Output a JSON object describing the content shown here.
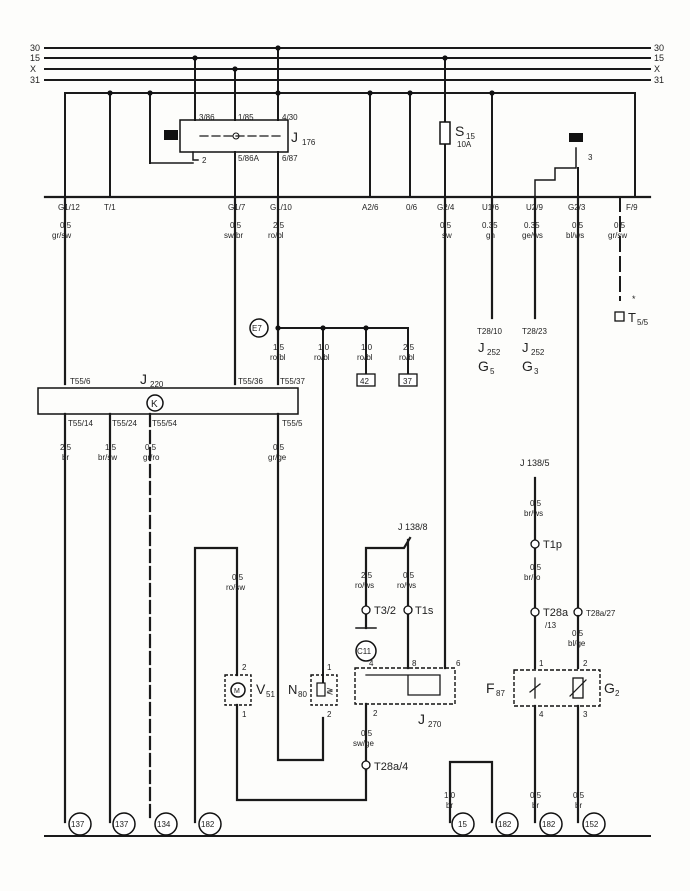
{
  "buses": [
    {
      "id": "30",
      "left": "30",
      "right": "30"
    },
    {
      "id": "15",
      "left": "15",
      "right": "15"
    },
    {
      "id": "X",
      "left": "X",
      "right": "X"
    },
    {
      "id": "31",
      "left": "31",
      "right": "31"
    }
  ],
  "fuse": {
    "label": "S",
    "sub": "15",
    "rating": "10A"
  },
  "relay": {
    "label": "J",
    "sub": "176",
    "pin_labels": [
      "3/86",
      "1/85",
      "4/30",
      "5/86A",
      "6/87"
    ],
    "marker": "2"
  },
  "ground_marker": "3",
  "connectors_top": [
    "G1/12",
    "T/1",
    "G1/7",
    "G1/10",
    "A2/6",
    "0/6",
    "G2/4",
    "U1/6",
    "U2/9",
    "G2/3",
    "F/9"
  ],
  "wires_top": [
    {
      "size": "0.5",
      "color": "gr/sw"
    },
    {
      "size": "0.5",
      "color": "sw/br"
    },
    {
      "size": "2.5",
      "color": "ro/bl"
    },
    {
      "size": "0.5",
      "color": "sw"
    },
    {
      "size": "0.35",
      "color": "gn"
    },
    {
      "size": "0.35",
      "color": "ge/ws"
    },
    {
      "size": "0.5",
      "color": "bl/ws"
    },
    {
      "size": "0.5",
      "color": "gr/sw"
    }
  ],
  "sensor_g5": {
    "pin": "T28/10",
    "unit": "J",
    "unit_sub": "252",
    "label": "G",
    "label_sub": "5"
  },
  "sensor_g3": {
    "pin": "T28/23",
    "unit": "J",
    "unit_sub": "252",
    "label": "G",
    "label_sub": "3"
  },
  "t55_term": {
    "label": "T",
    "sub": "5/5",
    "mark": "*"
  },
  "splice": "E7",
  "splice_wires": [
    {
      "size": "1.5",
      "color": "ro/bl"
    },
    {
      "size": "1.0",
      "color": "ro/bl"
    },
    {
      "size": "1.0",
      "color": "ro/bl"
    },
    {
      "size": "2.5",
      "color": "ro/bl"
    }
  ],
  "splice_refs": [
    "42",
    "37"
  ],
  "ecu": {
    "label": "J",
    "sub": "220",
    "k_mark": "K",
    "top_pins": [
      "T55/6",
      "T55/36",
      "T55/37"
    ],
    "bottom_pins": [
      "T55/14",
      "T55/24",
      "T55/54",
      "T55/5"
    ]
  },
  "ecu_wires": [
    {
      "size": "2.5",
      "color": "br"
    },
    {
      "size": "1.5",
      "color": "br/sw"
    },
    {
      "size": "0.5",
      "color": "gr/ro"
    },
    {
      "size": "0.5",
      "color": "gr/ge"
    }
  ],
  "v51_wire": {
    "size": "0.5",
    "color": "ro/sw"
  },
  "motor": {
    "label": "V",
    "sub": "51",
    "pins": [
      "2",
      "1"
    ]
  },
  "valve": {
    "label": "N",
    "sub": "80",
    "pins": [
      "1",
      "2"
    ]
  },
  "j138_a": "J 138/8",
  "j138_b": "J 138/5",
  "j138_wires": [
    {
      "size": "2.5",
      "color": "ro/ws"
    },
    {
      "size": "0.5",
      "color": "ro/ws"
    }
  ],
  "t_terms": {
    "t32": "T3/2",
    "t1s": "T1s",
    "t1p": "T1p",
    "t28a_13": "T28a",
    "t28a_13b": "/13",
    "t28a_27": "T28a/27",
    "t28a_4": "T28a/4"
  },
  "c11": "C11",
  "j270": {
    "label": "J",
    "sub": "270",
    "pins": [
      "4",
      "8",
      "6",
      "2"
    ]
  },
  "j270_wire": {
    "size": "0.5",
    "color": "sw/ge"
  },
  "t1p_wires": [
    {
      "size": "0.5",
      "color": "br/ws"
    },
    {
      "size": "0.5",
      "color": "br/ro"
    }
  ],
  "g2_wire": {
    "size": "0.5",
    "color": "bl/ge"
  },
  "f87": {
    "label": "F",
    "sub": "87",
    "pins": [
      "1",
      "4"
    ]
  },
  "g2": {
    "label": "G",
    "sub": "2",
    "pins": [
      "2",
      "3"
    ]
  },
  "bottom_wires": [
    {
      "size": "1.0",
      "color": "br"
    },
    {
      "size": "0.5",
      "color": "br"
    },
    {
      "size": "0.5",
      "color": "br"
    }
  ],
  "refs_bottom": [
    "137",
    "137",
    "134",
    "182",
    "15",
    "182",
    "182",
    "152"
  ]
}
